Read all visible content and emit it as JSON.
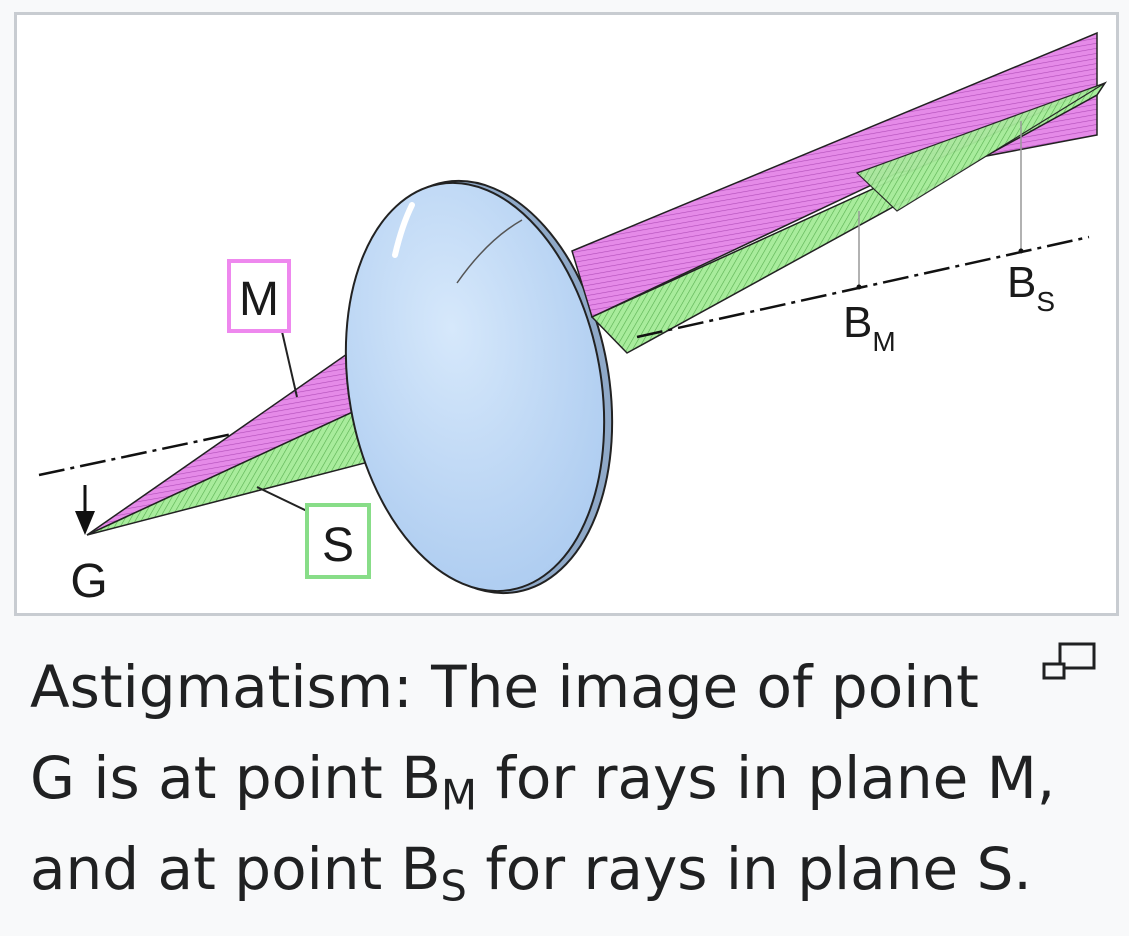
{
  "figure": {
    "labels": {
      "M": "M",
      "S": "S",
      "G": "G",
      "BM": "B",
      "BM_sub": "M",
      "BS": "B",
      "BS_sub": "S"
    },
    "colors": {
      "meridional_plane": "#e58ae8",
      "sagittal_plane": "#a8ec9c",
      "lens": "#bcd6f4",
      "M_box": "#ee88ee",
      "S_box": "#88dd88"
    }
  },
  "caption": {
    "line1": "Astigmatism: The image of point",
    "line2_a": "G is at point B",
    "line2_sub": "M",
    "line2_b": " for rays in plane M,",
    "line3_a": "and at point B",
    "line3_sub": "S",
    "line3_b": " for rays in plane S."
  },
  "enlarge_icon": "enlarge-icon"
}
